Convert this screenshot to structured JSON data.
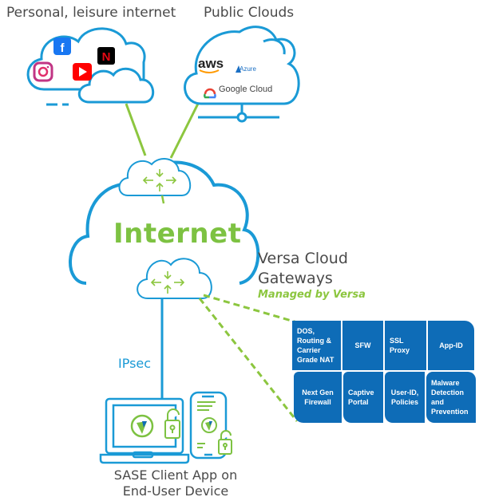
{
  "title_personal": "Personal, leisure internet",
  "title_public": "Public Clouds",
  "internet_label": "Internet",
  "gateway": {
    "title": "Versa Cloud Gateways",
    "subtitle": "Managed by Versa"
  },
  "link_label": "IPsec",
  "device_label": "SASE Client App on End-User Device",
  "personal_apps": [
    "facebook-icon",
    "netflix-icon",
    "instagram-icon",
    "youtube-icon"
  ],
  "public_clouds": {
    "aws": "aws",
    "azure": "Azure",
    "google": "Google Cloud"
  },
  "services": {
    "row1": [
      "DOS, Routing & Carrier Grade NAT",
      "SFW",
      "SSL Proxy",
      "App-ID"
    ],
    "row2": [
      "Next Gen Firewall",
      "Captive Portal",
      "User-ID, Policies",
      "Malware Detection and Prevention"
    ]
  },
  "colors": {
    "cloud_outline": "#1a9ad6",
    "accent_green": "#7dc242",
    "service_tile": "#0e6cb7",
    "text_gray": "#4a4a4a"
  }
}
